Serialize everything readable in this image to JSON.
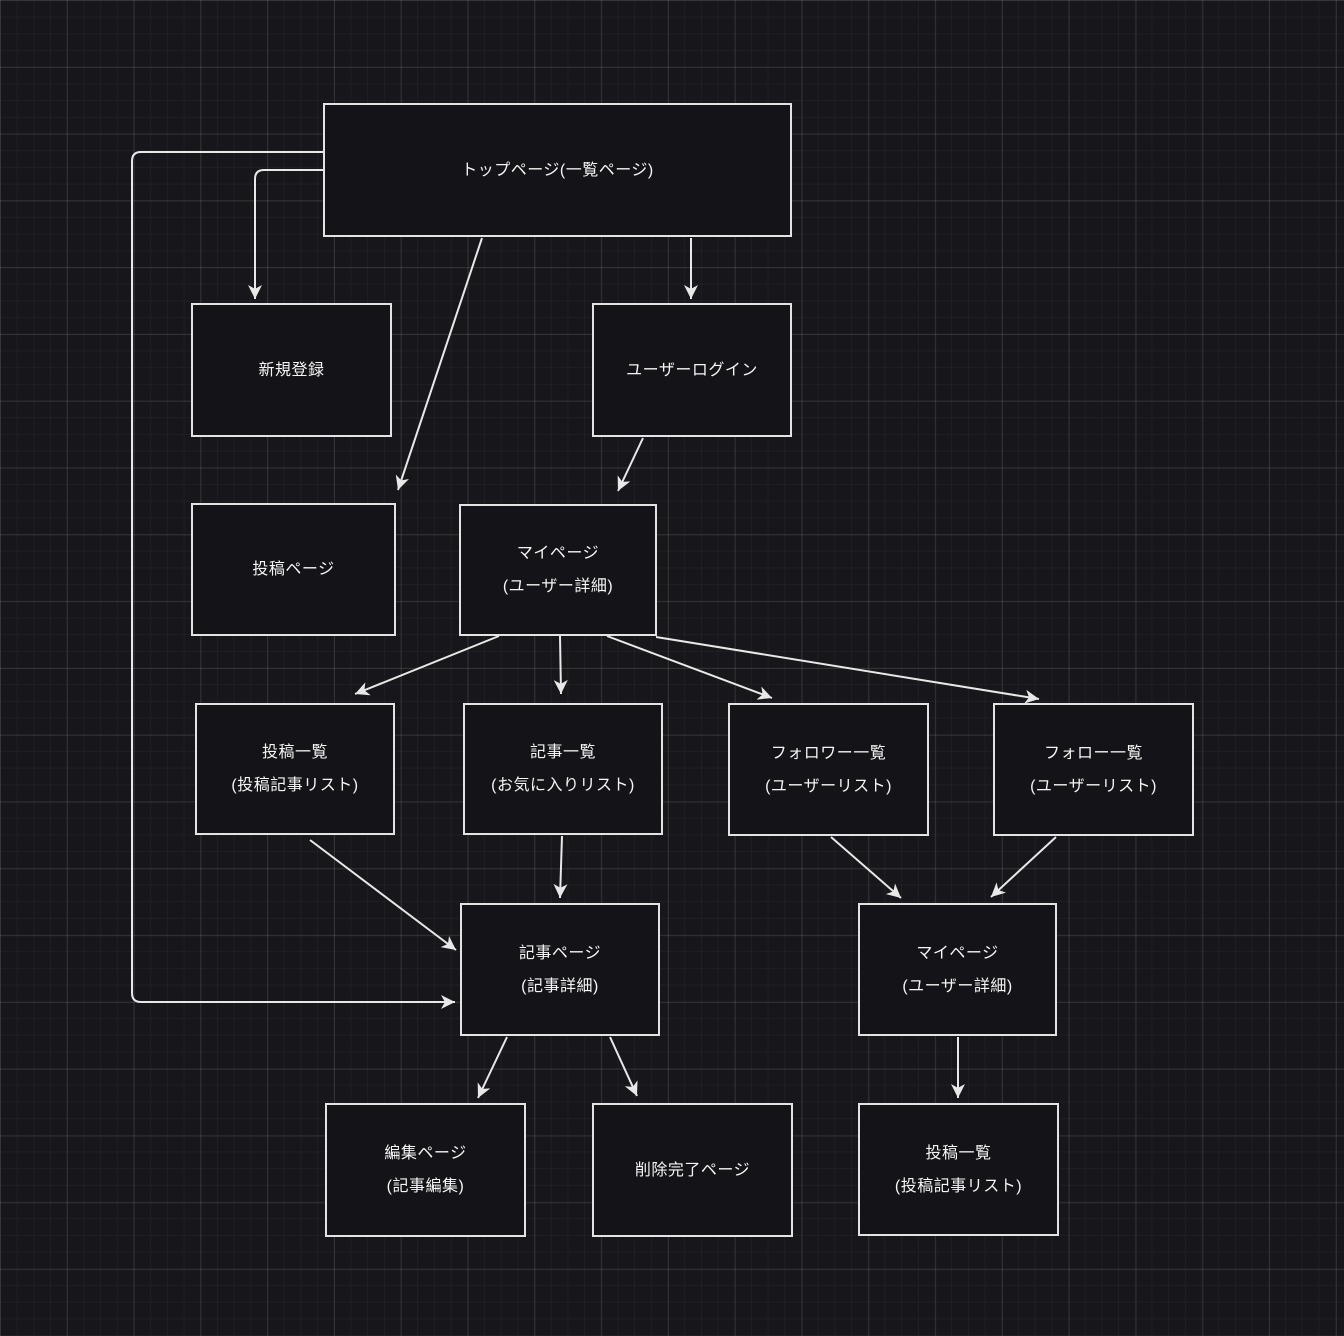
{
  "diagram": {
    "type": "flowchart-sitemap",
    "colors": {
      "background": "#17171b",
      "node_fill": "#141418",
      "node_border": "#e3e3e3",
      "edge_line": "#e8e8e8",
      "text": "#f5f5f5",
      "grid_major": "#2e2e35",
      "grid_minor": "#202025"
    },
    "nodes": [
      {
        "id": "top-page",
        "label": "トップページ(一覧ページ)",
        "sublabel": ""
      },
      {
        "id": "signup",
        "label": "新規登録",
        "sublabel": ""
      },
      {
        "id": "login",
        "label": "ユーザーログイン",
        "sublabel": ""
      },
      {
        "id": "post-page",
        "label": "投稿ページ",
        "sublabel": ""
      },
      {
        "id": "mypage",
        "label": "マイページ",
        "sublabel": "(ユーザー詳細)"
      },
      {
        "id": "posts-list",
        "label": "投稿一覧",
        "sublabel": "(投稿記事リスト)"
      },
      {
        "id": "articles-list",
        "label": "記事一覧",
        "sublabel": "(お気に入りリスト)"
      },
      {
        "id": "followers-list",
        "label": "フォロワー一覧",
        "sublabel": "(ユーザーリスト)"
      },
      {
        "id": "follows-list",
        "label": "フォロー一覧",
        "sublabel": "(ユーザーリスト)"
      },
      {
        "id": "article-page",
        "label": "記事ページ",
        "sublabel": "(記事詳細)"
      },
      {
        "id": "mypage-2",
        "label": "マイページ",
        "sublabel": "(ユーザー詳細)"
      },
      {
        "id": "edit-page",
        "label": "編集ページ",
        "sublabel": "(記事編集)"
      },
      {
        "id": "delete-done",
        "label": "削除完了ページ",
        "sublabel": ""
      },
      {
        "id": "posts-list-2",
        "label": "投稿一覧",
        "sublabel": "(投稿記事リスト)"
      }
    ],
    "edges": [
      {
        "from": "top-page",
        "to": "article-page"
      },
      {
        "from": "top-page",
        "to": "signup"
      },
      {
        "from": "top-page",
        "to": "post-page"
      },
      {
        "from": "top-page",
        "to": "login"
      },
      {
        "from": "login",
        "to": "mypage"
      },
      {
        "from": "mypage",
        "to": "posts-list"
      },
      {
        "from": "mypage",
        "to": "articles-list"
      },
      {
        "from": "mypage",
        "to": "followers-list"
      },
      {
        "from": "mypage",
        "to": "follows-list"
      },
      {
        "from": "posts-list",
        "to": "article-page"
      },
      {
        "from": "articles-list",
        "to": "article-page"
      },
      {
        "from": "followers-list",
        "to": "mypage-2"
      },
      {
        "from": "follows-list",
        "to": "mypage-2"
      },
      {
        "from": "article-page",
        "to": "edit-page"
      },
      {
        "from": "article-page",
        "to": "delete-done"
      },
      {
        "from": "mypage-2",
        "to": "posts-list-2"
      }
    ]
  }
}
